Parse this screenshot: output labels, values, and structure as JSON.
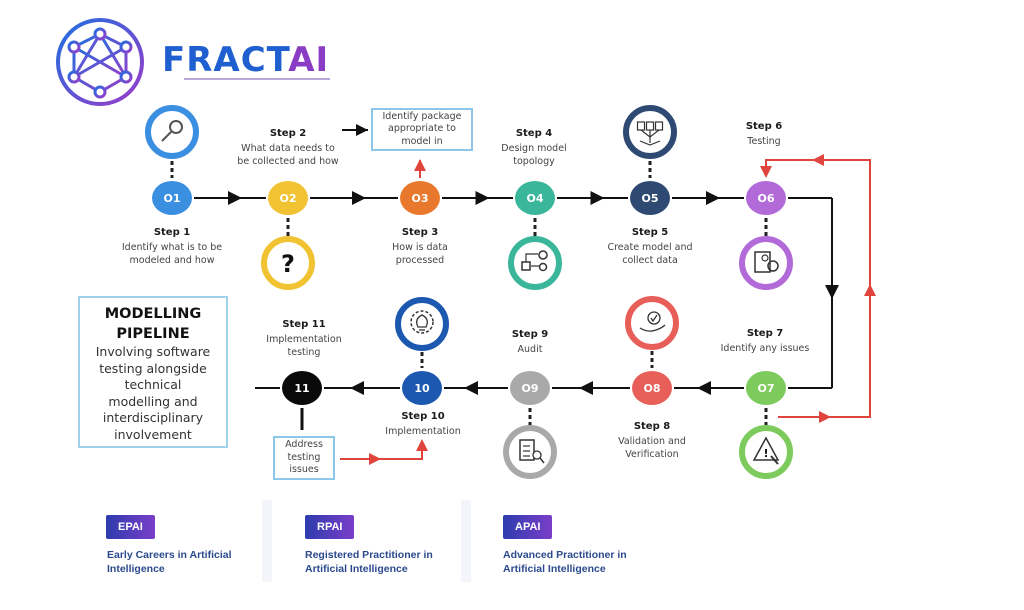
{
  "brand": {
    "name_part1": "FRACT",
    "name_part2": "AI",
    "primary_color": "#1f5fd0",
    "secondary_color": "#8a3cc4"
  },
  "summary": {
    "title_line1": "MODELLING",
    "title_line2": "PIPELINE",
    "description_lines": [
      "Involving software",
      "testing alongside",
      "technical",
      "modelling and",
      "interdisciplinary",
      "involvement"
    ]
  },
  "steps": [
    {
      "number": "O1",
      "title": "Step 1",
      "desc_lines": [
        "Identify what is to be",
        "modeled and how"
      ],
      "color": "#3b8fe0",
      "icon": "magnifier-icon"
    },
    {
      "number": "O2",
      "title": "Step 2",
      "desc_lines": [
        "What data needs to",
        "be collected and how"
      ],
      "color": "#f1c232",
      "icon": "question-icon"
    },
    {
      "number": "O3",
      "title": "Step 3",
      "desc_lines": [
        "How is data",
        "processed"
      ],
      "color": "#e8792c",
      "icon": "none"
    },
    {
      "number": "O4",
      "title": "Step 4",
      "desc_lines": [
        "Design model",
        "topology"
      ],
      "color": "#3ab79a",
      "icon": "flowchart-icon"
    },
    {
      "number": "O5",
      "title": "Step 5",
      "desc_lines": [
        "Create model and",
        "collect data"
      ],
      "color": "#2f4a72",
      "icon": "data-tree-icon"
    },
    {
      "number": "O6",
      "title": "Step 6",
      "desc_lines": [
        "Testing"
      ],
      "color": "#b26ad9",
      "icon": "clipboard-gears-icon"
    },
    {
      "number": "O7",
      "title": "Step 7",
      "desc_lines": [
        "Identify any issues"
      ],
      "color": "#7ccb5c",
      "icon": "warning-magnifier-icon"
    },
    {
      "number": "O8",
      "title": "Step 8",
      "desc_lines": [
        "Validation and",
        "Verification"
      ],
      "color": "#e85f5a",
      "icon": "hand-check-icon"
    },
    {
      "number": "O9",
      "title": "Step 9",
      "desc_lines": [
        "Audit"
      ],
      "color": "#a9a9a9",
      "icon": "audit-clipboard-icon"
    },
    {
      "number": "10",
      "title": "Step 10",
      "desc_lines": [
        "Implementation"
      ],
      "color": "#1d58b0",
      "icon": "lightbulb-gear-icon"
    },
    {
      "number": "11",
      "title": "Step 11",
      "desc_lines": [
        "Implementation",
        "testing"
      ],
      "color": "#0a0a0a",
      "icon": "none"
    }
  ],
  "notes": {
    "package_lines": [
      "Identify package",
      "appropriate to",
      "model in"
    ],
    "address_lines": [
      "Address",
      "testing",
      "issues"
    ]
  },
  "icon_glyphs": {
    "question": "?"
  },
  "cards": [
    {
      "badge": "EPAI",
      "title_lines": [
        "Early Careers in Artificial",
        "Intelligence"
      ]
    },
    {
      "badge": "RPAI",
      "title_lines": [
        "Registered Practitioner in",
        "Artificial Intelligence"
      ]
    },
    {
      "badge": "APAI",
      "title_lines": [
        "Advanced Practitioner in",
        "Artificial Intelligence"
      ]
    }
  ],
  "colors": {
    "arrow": "#111111",
    "feedback": "#e0453d",
    "note_border": "#8cc6e8",
    "card_text": "#2b4a8c"
  }
}
